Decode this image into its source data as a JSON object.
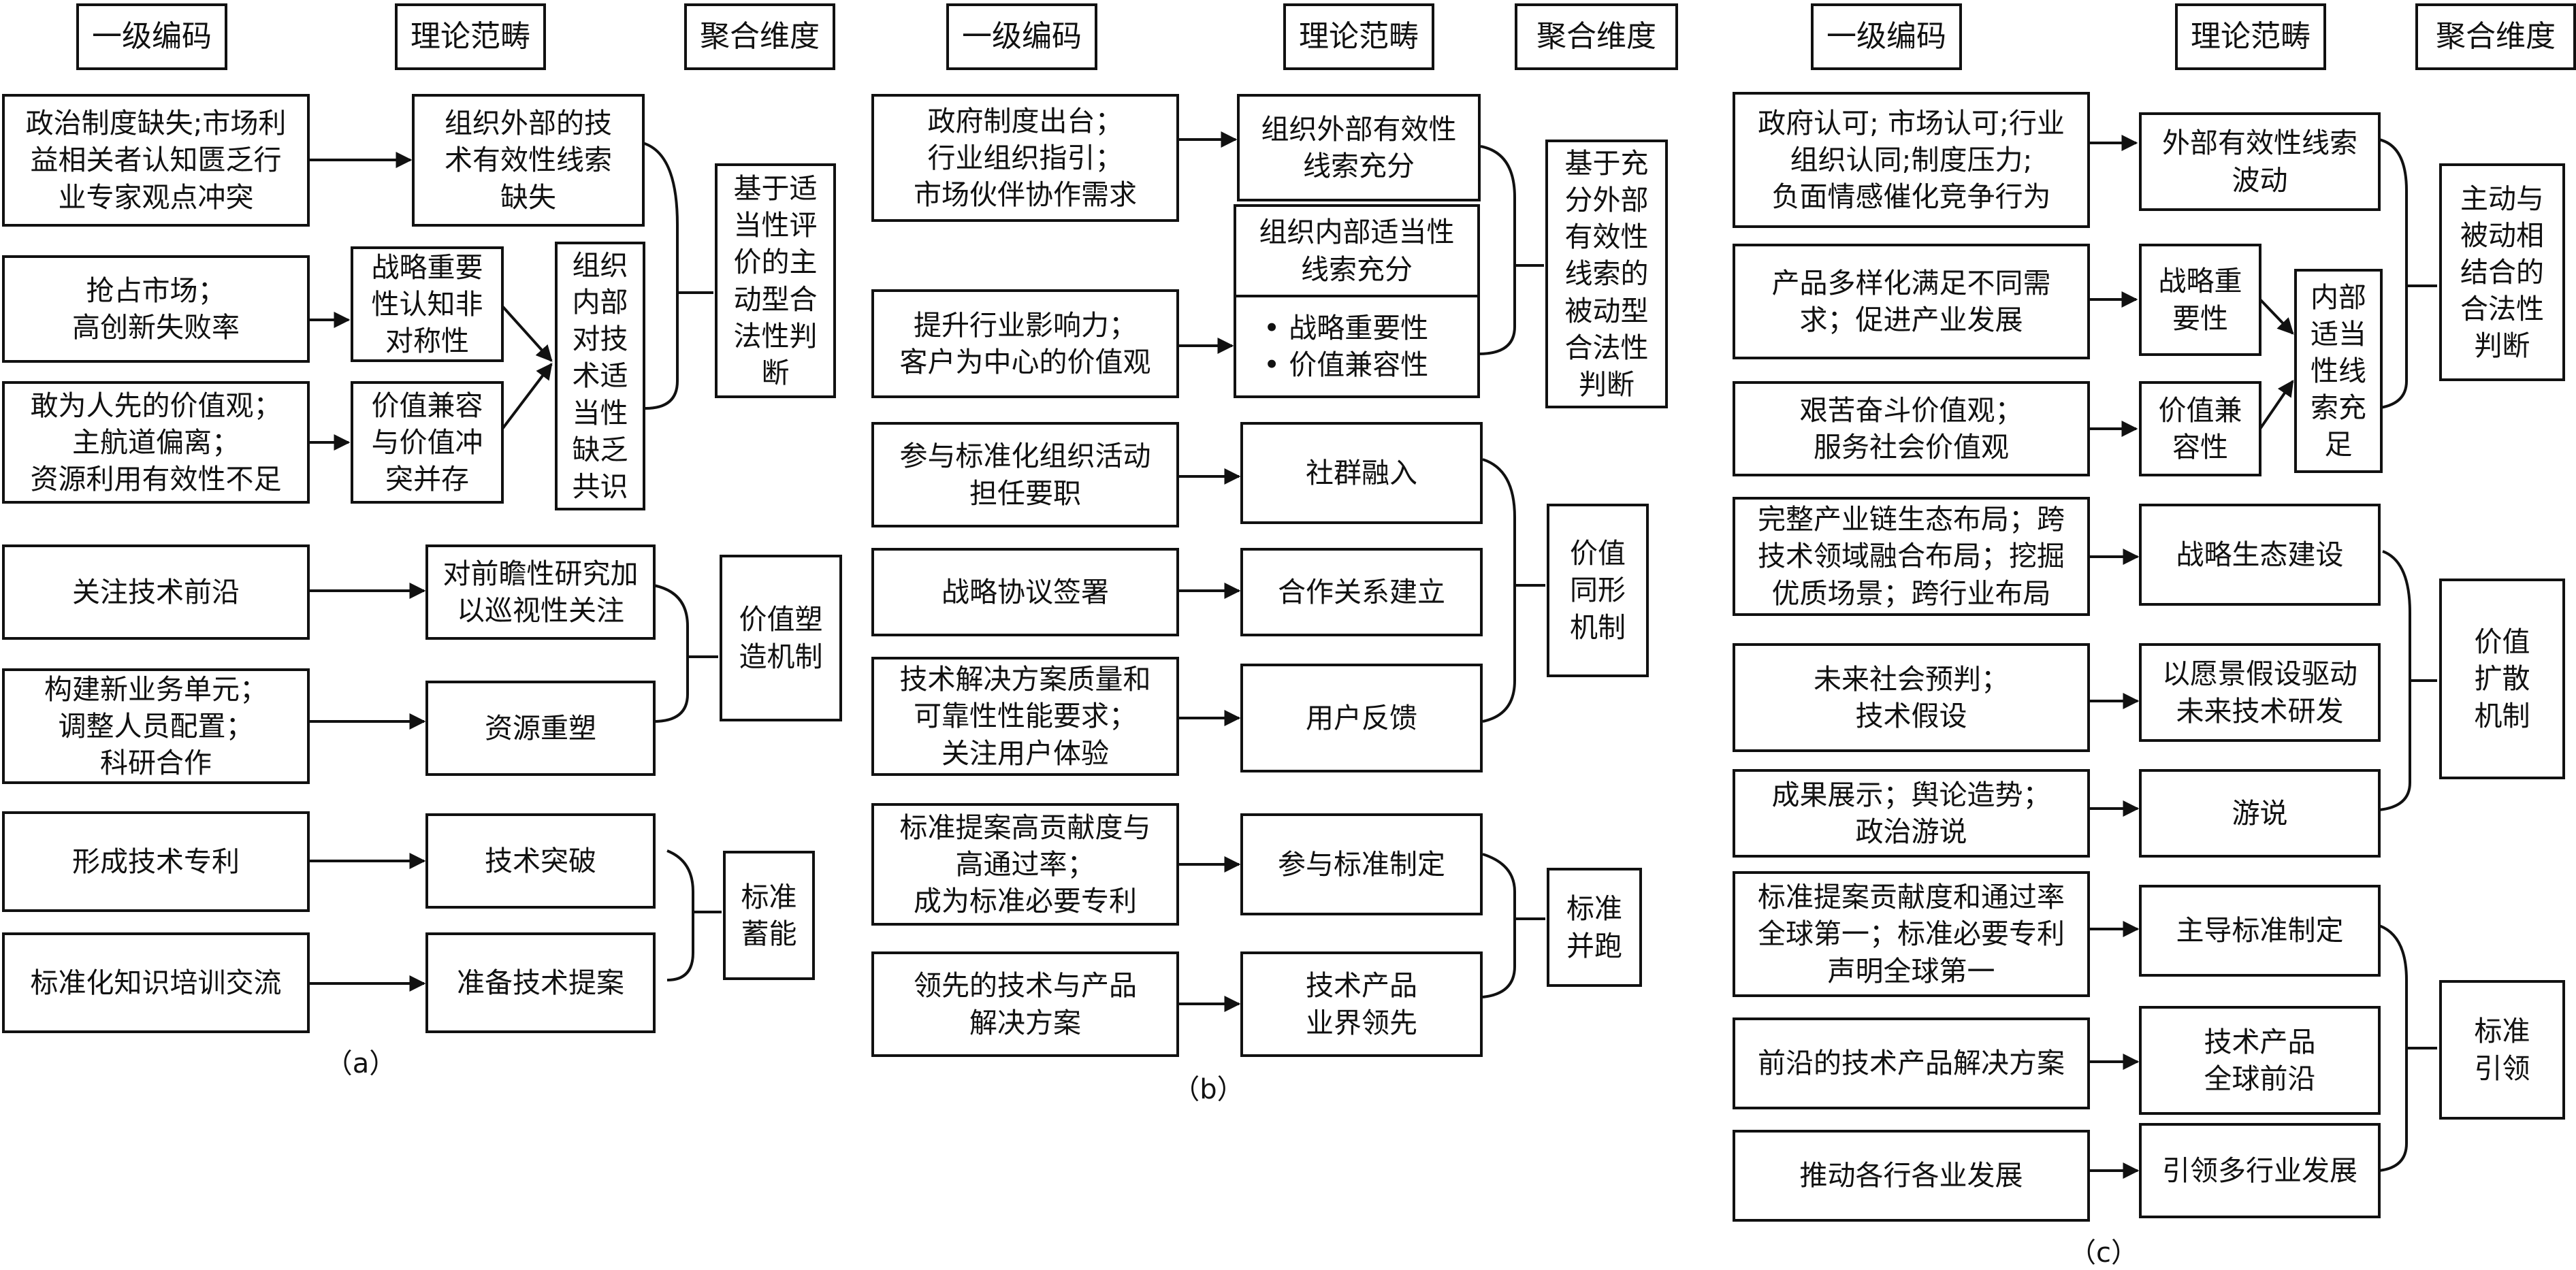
{
  "headers": {
    "level1": "一级编码",
    "theory": "理论范畴",
    "agg": "聚合维度"
  },
  "a": {
    "c1": "政治制度缺失;市场利\n益相关者认知匮乏行\n业专家观点冲突",
    "c2": "抢占市场；\n高创新失败率",
    "c3": "敢为人先的价值观；\n主航道偏离；\n资源利用有效性不足",
    "c4": "关注技术前沿",
    "c5": "构建新业务单元；\n调整人员配置；\n科研合作",
    "c6": "形成技术专利",
    "c7": "标准化知识培训交流",
    "t1": "组织外部的技\n术有效性线索\n缺失",
    "t2": "战略重要\n性认知非\n对称性",
    "t3": "价值兼容\n与价值冲\n突并存",
    "t4": "组织\n内部\n对技\n术适\n当性\n缺乏\n共识",
    "t5": "对前瞻性研究加\n以巡视性关注",
    "t6": "资源重塑",
    "t7": "技术突破",
    "t8": "准备技术提案",
    "d1": "基于适\n当性评\n价的主\n动型合\n法性判\n断",
    "d2": "价值塑\n造机制",
    "d3": "标准\n蓄能",
    "label": "（a）"
  },
  "b": {
    "c1": "政府制度出台；\n行业组织指引；\n市场伙伴协作需求",
    "c2": "提升行业影响力；\n客户为中心的价值观",
    "c3": "参与标准化组织活动\n担任要职",
    "c4": "战略协议签署",
    "c5": "技术解决方案质量和\n可靠性性能要求；\n关注用户体验",
    "c6": "标准提案高贡献度与\n高通过率；\n成为标准必要专利",
    "c7": "领先的技术与产品\n解决方案",
    "t1": "组织外部有效性\n线索充分",
    "t2_title": "组织内部适当性\n线索充分",
    "t2_items": [
      "• 战略重要性",
      "• 价值兼容性"
    ],
    "t3": "社群融入",
    "t4": "合作关系建立",
    "t5": "用户反馈",
    "t6": "参与标准制定",
    "t7": "技术产品\n业界领先",
    "d1": "基于充\n分外部\n有效性\n线索的\n被动型\n合法性\n判断",
    "d2": "价值\n同形\n机制",
    "d3": "标准\n并跑",
    "label": "（b）"
  },
  "c": {
    "c1": "政府认可; 市场认可;行业\n组织认同;制度压力;\n负面情感催化竞争行为",
    "c2": "产品多样化满足不同需\n求；促进产业发展",
    "c3": "艰苦奋斗价值观；\n服务社会价值观",
    "c4": "完整产业链生态布局；跨\n技术领域融合布局；挖掘\n优质场景；跨行业布局",
    "c5": "未来社会预判；\n技术假设",
    "c6": "成果展示；舆论造势；\n政治游说",
    "c7": "标准提案贡献度和通过率\n全球第一；标准必要专利\n声明全球第一",
    "c8": "前沿的技术产品解决方案",
    "c9": "推动各行各业发展",
    "t1": "外部有效性线索\n波动",
    "t2": "战略重\n要性",
    "t3": "价值兼\n容性",
    "t4": "内部\n适当\n性线\n索充\n足",
    "t5": "战略生态建设",
    "t6": "以愿景假设驱动\n未来技术研发",
    "t7": "游说",
    "t8": "主导标准制定",
    "t9": "技术产品\n全球前沿",
    "t10": "引领多行业发展",
    "d1": "主动与\n被动相\n结合的\n合法性\n判断",
    "d2": "价值\n扩散\n机制",
    "d3": "标准\n引领",
    "label": "（c）"
  }
}
